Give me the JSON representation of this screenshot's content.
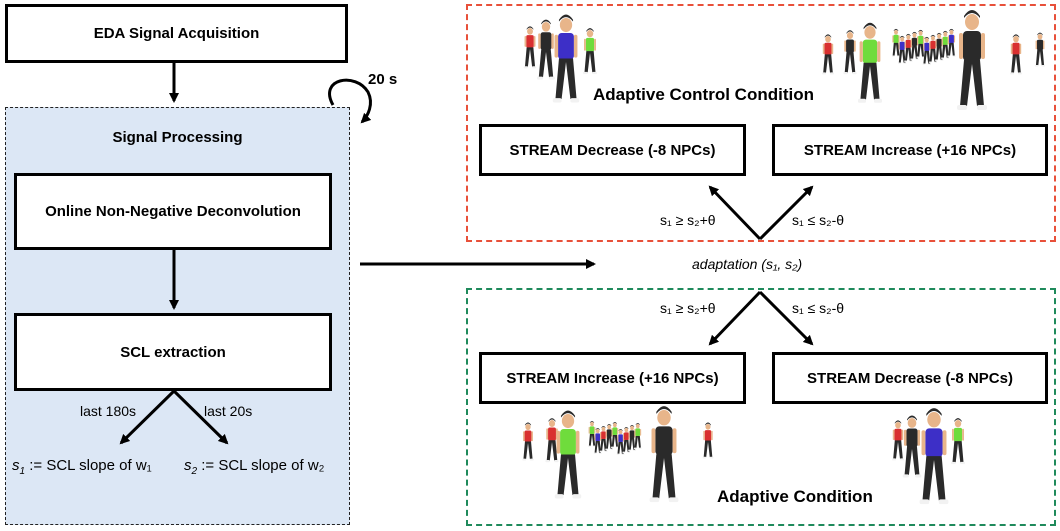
{
  "acquisition": {
    "label": "EDA Signal Acquisition"
  },
  "processing": {
    "title": "Signal Processing",
    "loop_label": "20 s",
    "deconvolution_label": "Online Non-Negative Deconvolution",
    "scl_label": "SCL extraction",
    "window_long": "last 180s",
    "window_short": "last 20s",
    "s1_def": {
      "var": "s1",
      "rest": " := SCL slope of w₁"
    },
    "s2_def": {
      "var": "s2",
      "rest": " := SCL slope of w₂"
    }
  },
  "adaptation": {
    "fn": "adaptation",
    "args": "(s₁, s₂)"
  },
  "control_condition": {
    "title": "Adaptive Control Condition",
    "color": "#e8503a",
    "left_box": "STREAM Decrease (-8 NPCs)",
    "right_box": "STREAM Increase (+16 NPCs)",
    "left_rule": "s₁ ≥ s₂+θ",
    "right_rule": "s₁ ≤ s₂-θ"
  },
  "adaptive_condition": {
    "title": "Adaptive Condition",
    "color": "#1f8a5b",
    "left_box": "STREAM Increase (+16 NPCs)",
    "right_box": "STREAM Decrease (-8 NPCs)",
    "left_rule": "s₁ ≥ s₂+θ",
    "right_rule": "s₁ ≤ s₂-θ"
  },
  "figure_colors": [
    "#2a2a2a",
    "#6fdc3c",
    "#3d2fc7",
    "#d93030",
    "#e8b58a"
  ]
}
